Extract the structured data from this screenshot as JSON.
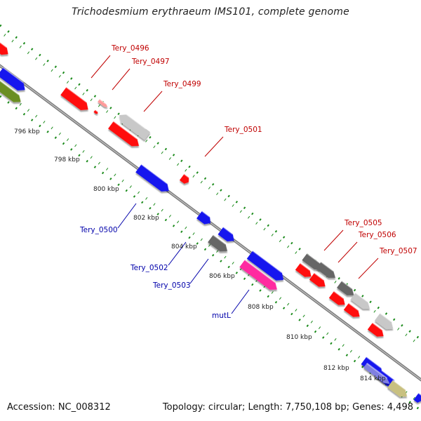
{
  "title": "Trichodesmium erythraeum IMS101, complete genome",
  "footer": {
    "accession": "Accession: NC_008312",
    "summary": "Topology: circular; Length: 7,750,108 bp; Genes: 4,498"
  },
  "colors": {
    "forward_cds": "#ff1010",
    "reverse_cds": "#1818ee",
    "gray_feature": "#666666",
    "light_gray_feature": "#c8c8c8",
    "olive_feature": "#6b8e23",
    "magenta_feature": "#ff2aa0",
    "khaki_feature": "#c8c080",
    "backbone": "#888888",
    "gc_ticks": "#1a8a1a",
    "forward_label": "#c00000",
    "reverse_label": "#0000aa"
  },
  "scale_labels": [
    "796 kbp",
    "798 kbp",
    "800 kbp",
    "802 kbp",
    "804 kbp",
    "806 kbp",
    "808 kbp",
    "810 kbp",
    "812 kbp",
    "814 kbp"
  ],
  "gene_labels": [
    {
      "name": "Tery_0496",
      "strand": "forward"
    },
    {
      "name": "Tery_0497",
      "strand": "forward"
    },
    {
      "name": "Tery_0499",
      "strand": "forward"
    },
    {
      "name": "Tery_0501",
      "strand": "forward"
    },
    {
      "name": "Tery_0505",
      "strand": "forward"
    },
    {
      "name": "Tery_0506",
      "strand": "forward"
    },
    {
      "name": "Tery_0507",
      "strand": "forward"
    },
    {
      "name": "Tery_0500",
      "strand": "reverse"
    },
    {
      "name": "Tery_0502",
      "strand": "reverse"
    },
    {
      "name": "Tery_0503",
      "strand": "reverse"
    },
    {
      "name": "mutL",
      "strand": "reverse"
    }
  ]
}
